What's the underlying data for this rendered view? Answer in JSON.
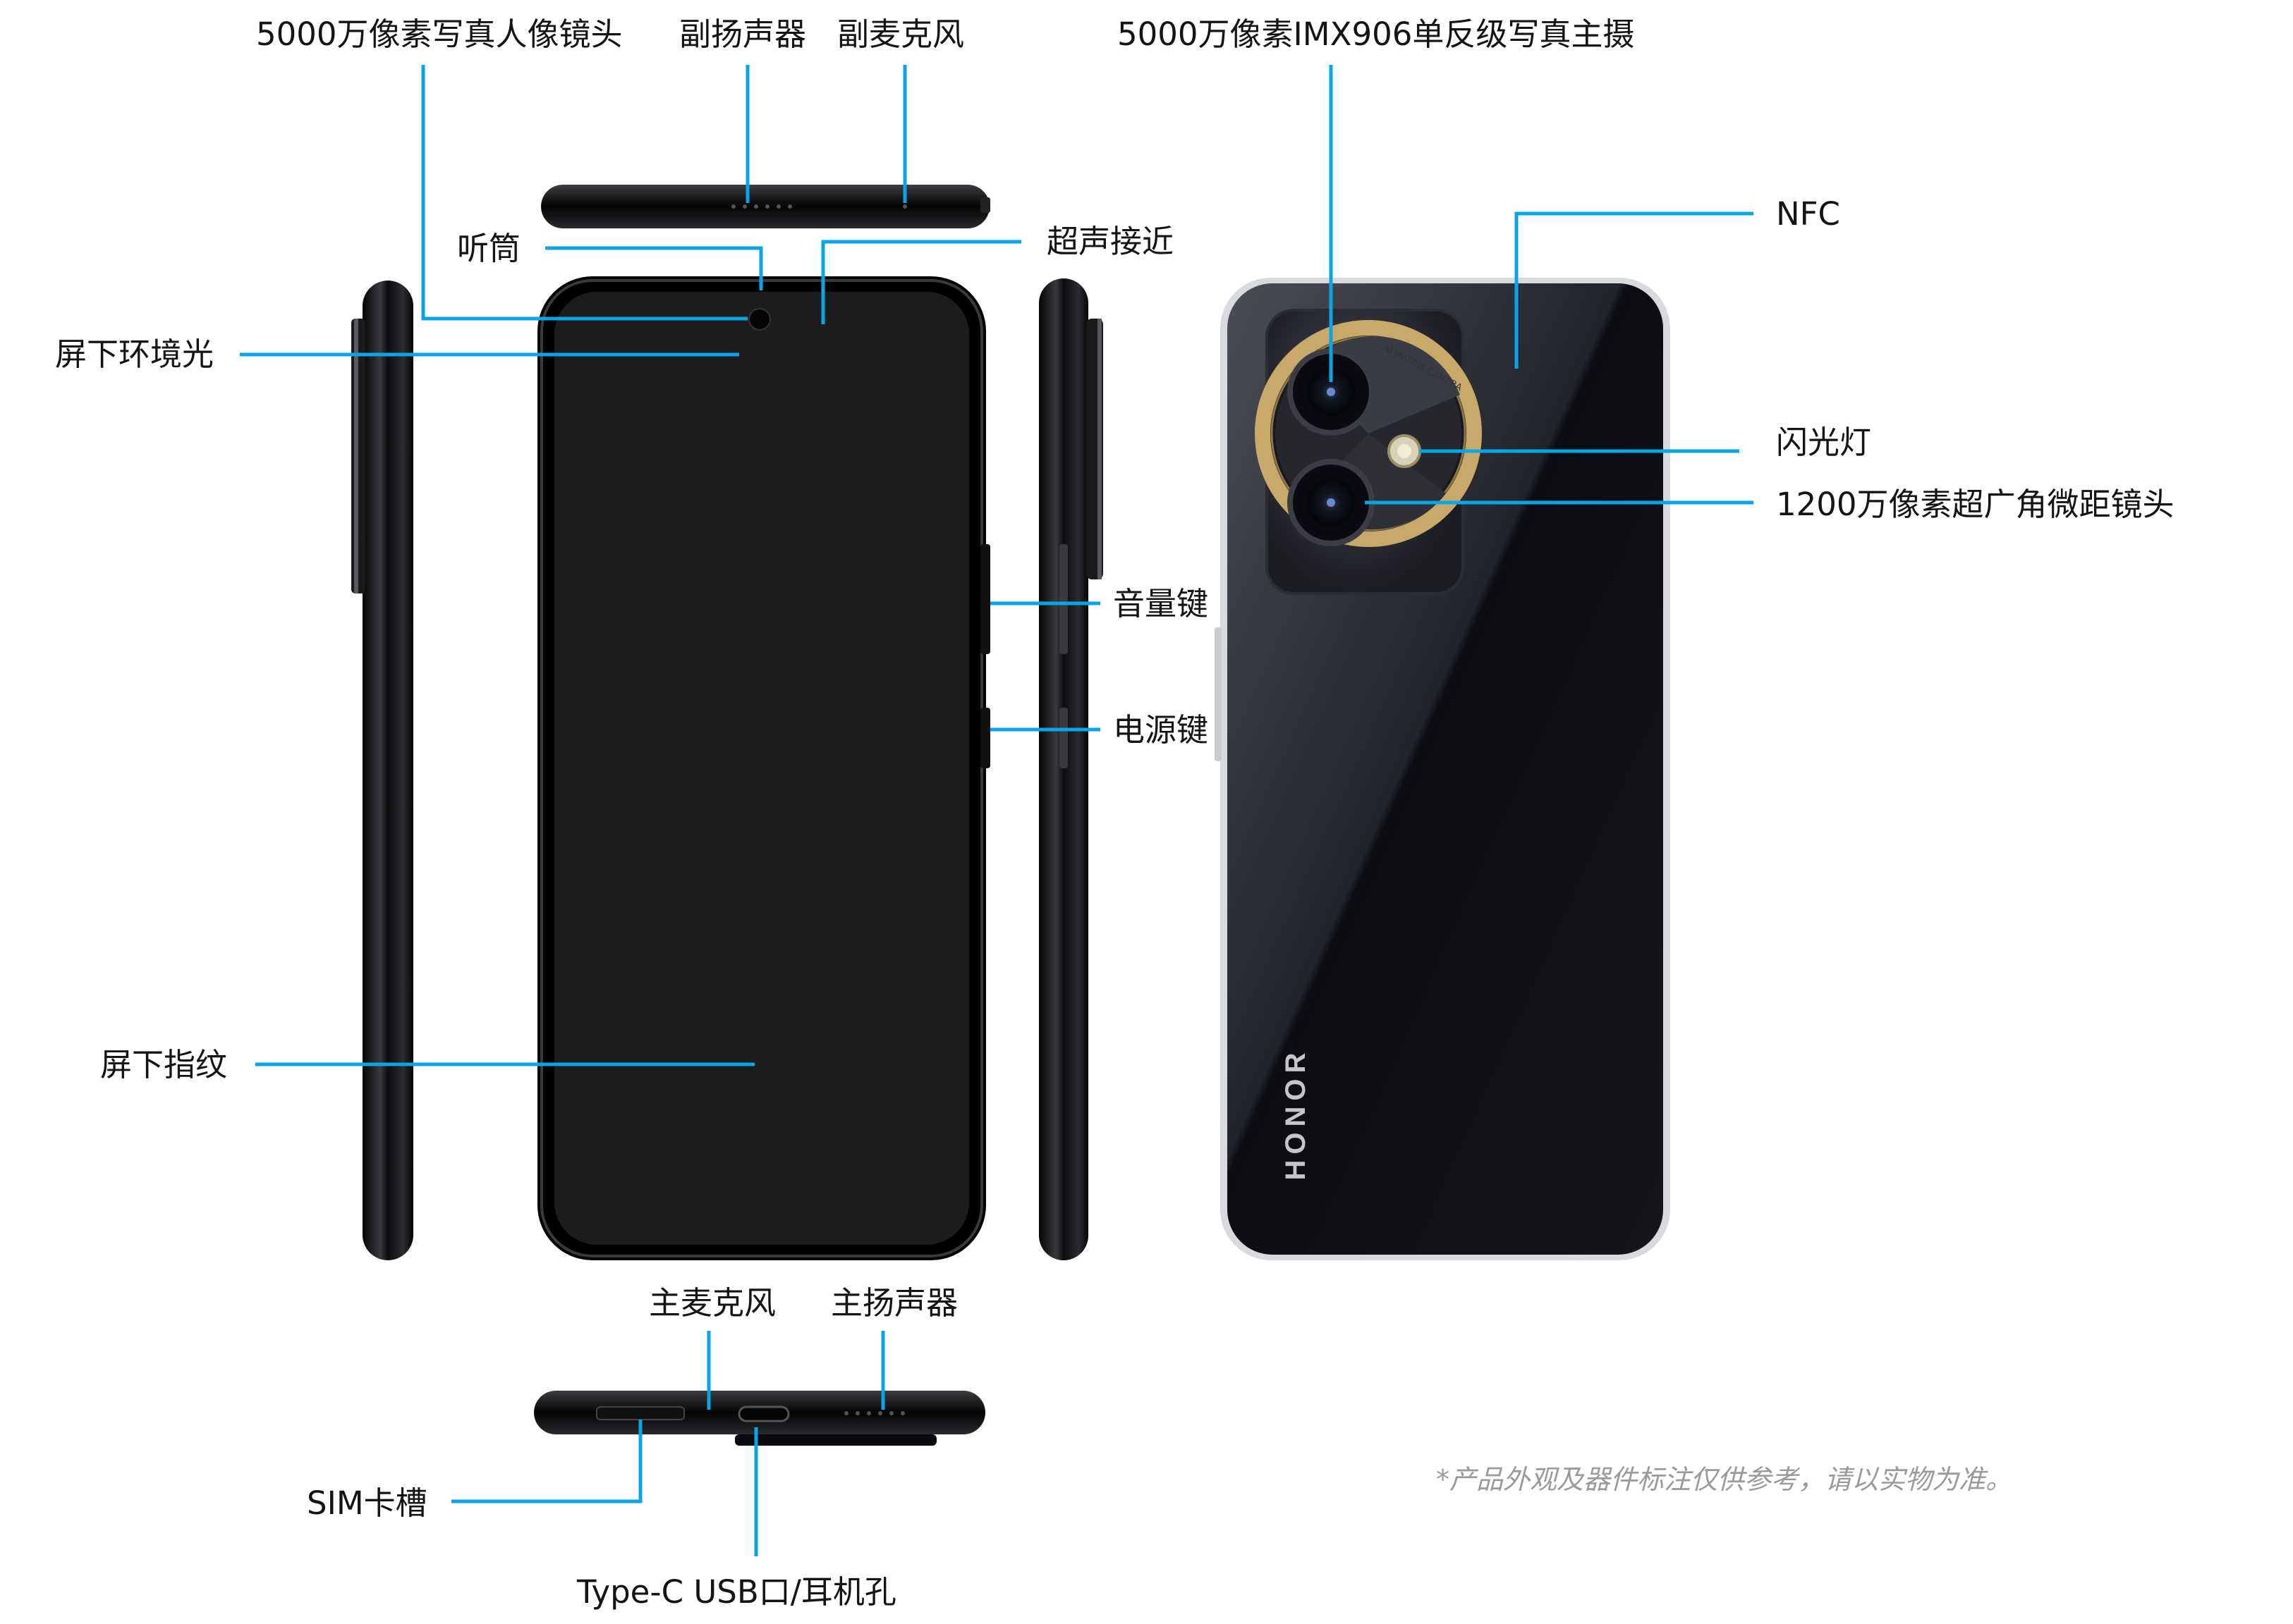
{
  "labels": {
    "portrait_lens": "5000万像素写真人像镜头",
    "secondary_speaker": "副扬声器",
    "secondary_mic": "副麦克风",
    "main_camera": "5000万像素IMX906单反级写真主摄",
    "nfc": "NFC",
    "earpiece": "听筒",
    "ultrasonic_proximity": "超声接近",
    "ambient_light": "屏下环境光",
    "flash": "闪光灯",
    "ultrawide_macro": "1200万像素超广角微距镜头",
    "volume_key": "音量键",
    "power_key": "电源键",
    "fingerprint": "屏下指纹",
    "main_mic": "主麦克风",
    "main_speaker": "主扬声器",
    "sim_slot": "SIM卡槽",
    "usb_port": "Type-C USB口/耳机孔"
  },
  "brand": "HONOR",
  "camera_ring_text": "AI MATRIX CAMERA",
  "footnote": "*产品外观及器件标注仅供参考，请以实物为准。",
  "colors": {
    "callout_line": "#0aa5e8",
    "camera_ring": "#c9a96a",
    "phone_body": "#0b0b0f"
  }
}
